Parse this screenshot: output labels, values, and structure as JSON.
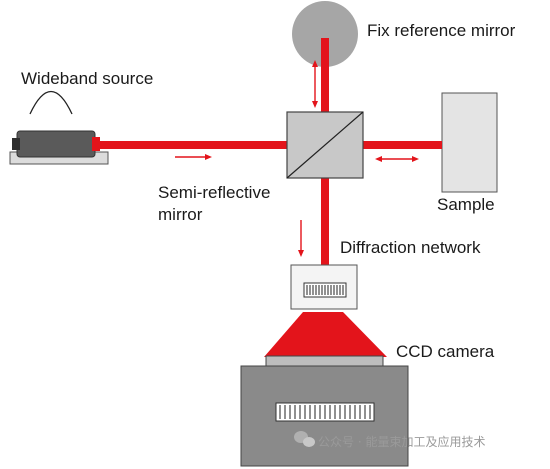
{
  "labels": {
    "fix_mirror": "Fix reference mirror",
    "source": "Wideband source",
    "semi_line1": "Semi-reflective",
    "semi_line2": "mirror",
    "sample": "Sample",
    "diffraction": "Diffraction network",
    "ccd": "CCD camera"
  },
  "watermark": {
    "text": "公众号 · 能量束加工及应用技术",
    "icon": "wechat-icon"
  },
  "colors": {
    "beam": "#e3141b",
    "arrow": "#e3141b",
    "mirror_disc": "#a6a6a6",
    "splitter": "#c8c8c8",
    "sample": "#e4e4e4",
    "camera_body": "#8a8a8a"
  }
}
